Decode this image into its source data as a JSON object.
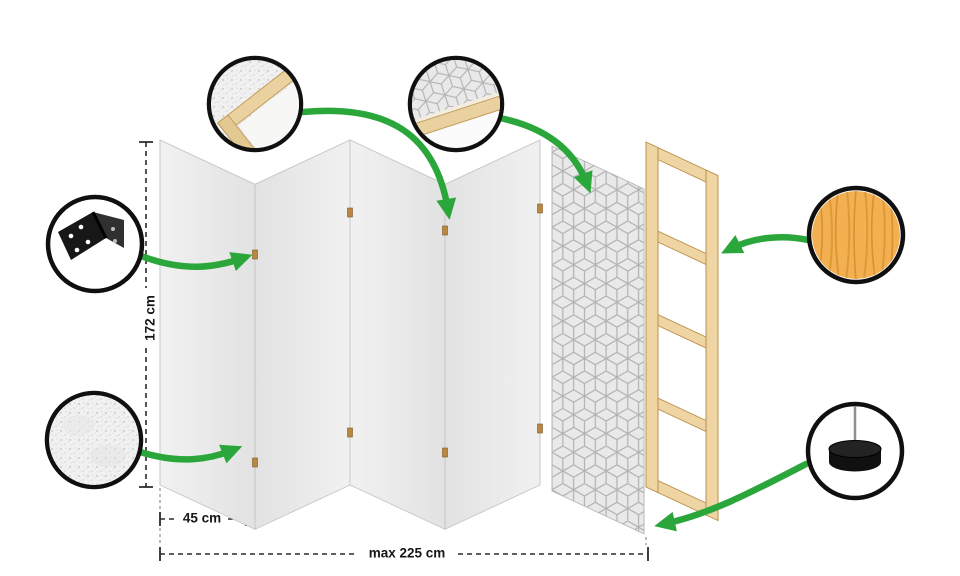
{
  "dimensions": {
    "height_label": "172 cm",
    "panel_width_label": "45 cm",
    "max_width_label": "max 225 cm"
  },
  "callout_icons": {
    "top_left": "frame-corner-detail",
    "top_right": "patterned-fabric-frame-detail",
    "left_upper": "metal-hinge-detail",
    "left_lower": "fabric-texture-detail",
    "right_upper": "wood-material-detail",
    "right_lower": "stabilizing-foot-detail"
  },
  "colors": {
    "background": "#ffffff",
    "arrow-green": "#2aa63a",
    "panel-edge": "#c6c6c6",
    "pattern-line": "#b3b3b3",
    "wood-frame": "#eed5a3",
    "wood-frame-edge": "#bb914e",
    "wood-circle": "#f2b050",
    "wood-grain": "#d28a28",
    "dimension": "#2b2b2b"
  }
}
